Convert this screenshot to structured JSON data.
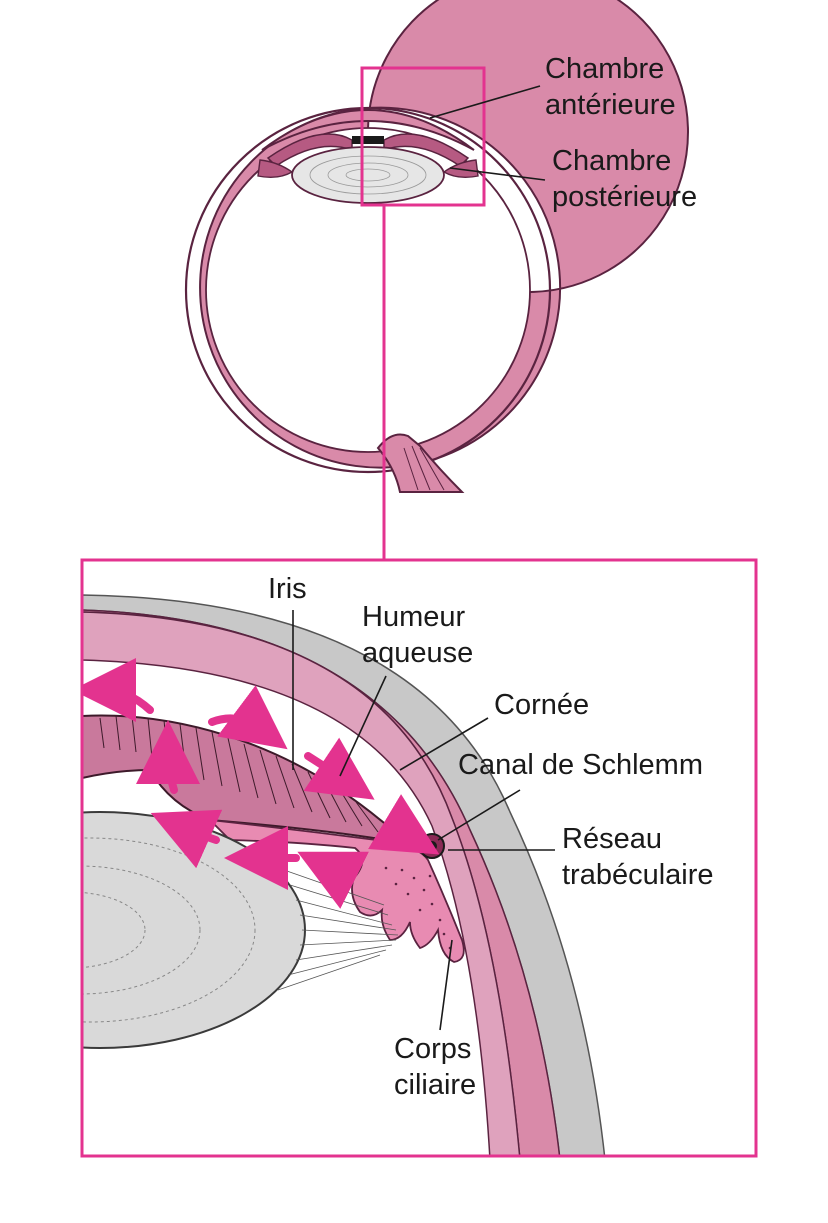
{
  "colors": {
    "accent": "#e3338f",
    "tissue": "#d98aa9",
    "tissue_dark": "#b65a82",
    "tissue_light": "#eab7cc",
    "lens": "#d9d9d9",
    "cornea_gray": "#c8c8c8"
  },
  "labels": {
    "anterior_chamber_1": "Chambre",
    "anterior_chamber_2": "antérieure",
    "posterior_chamber_1": "Chambre",
    "posterior_chamber_2": "postérieure",
    "iris": "Iris",
    "aqueous_1": "Humeur",
    "aqueous_2": "aqueuse",
    "cornea": "Cornée",
    "schlemm": "Canal de Schlemm",
    "trabecular_1": "Réseau",
    "trabecular_2": "trabéculaire",
    "ciliary_1": "Corps",
    "ciliary_2": "ciliaire"
  },
  "icons": [
    "eye-cross-section",
    "flow-arrow",
    "zoom-frame"
  ]
}
